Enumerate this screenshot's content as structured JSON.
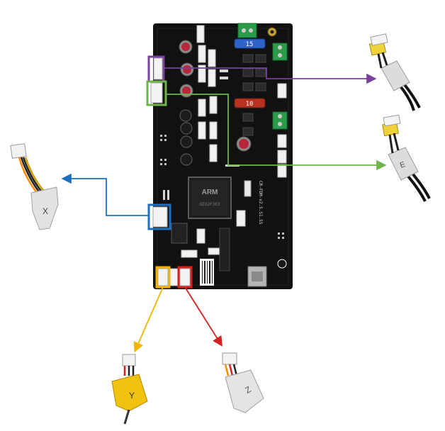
{
  "board": {
    "chip_logo": "ARM",
    "fuse_top_label": "15",
    "fuse_bottom_label": "10",
    "serial_label": "CR-FDM-v2.5.S1.55",
    "chip_text": "GD32F303"
  },
  "connectors": [
    {
      "id": "purple",
      "color": "#7a3fa0"
    },
    {
      "id": "green",
      "color": "#6fb44a"
    },
    {
      "id": "blue",
      "color": "#1e6fc2"
    },
    {
      "id": "yellow",
      "color": "#f2b400"
    },
    {
      "id": "red",
      "color": "#d62020"
    }
  ],
  "cable_tags": {
    "blue": "X",
    "green": "E",
    "yellow": "Y",
    "red": "Z"
  }
}
